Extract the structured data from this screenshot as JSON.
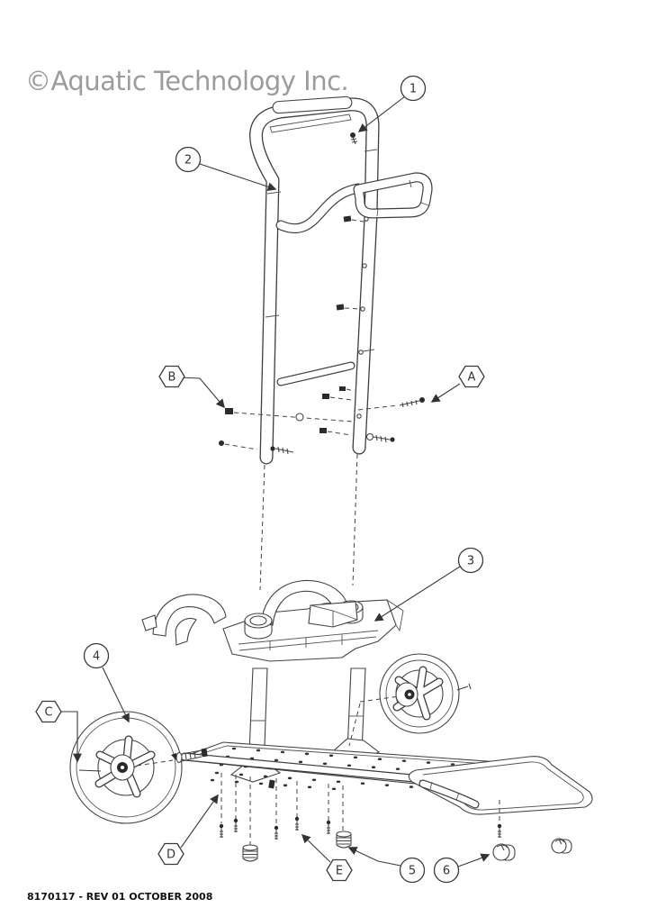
{
  "watermark": "©Aquatic Technology Inc.",
  "footer": "8170117 - REV 01 OCTOBER 2008",
  "colors": {
    "line": "#444444",
    "watermark_gray": "#9c9c9c",
    "dark_fill": "#2b2b2b"
  },
  "callouts": {
    "n1": {
      "label": "1",
      "shape": "circle"
    },
    "n2": {
      "label": "2",
      "shape": "circle"
    },
    "n3": {
      "label": "3",
      "shape": "circle"
    },
    "n4": {
      "label": "4",
      "shape": "circle"
    },
    "n5": {
      "label": "5",
      "shape": "circle"
    },
    "n6": {
      "label": "6",
      "shape": "circle"
    },
    "hA": {
      "label": "A",
      "shape": "hexagon"
    },
    "hB": {
      "label": "B",
      "shape": "hexagon"
    },
    "hC": {
      "label": "C",
      "shape": "hexagon"
    },
    "hD": {
      "label": "D",
      "shape": "hexagon"
    },
    "hE": {
      "label": "E",
      "shape": "hexagon"
    }
  }
}
